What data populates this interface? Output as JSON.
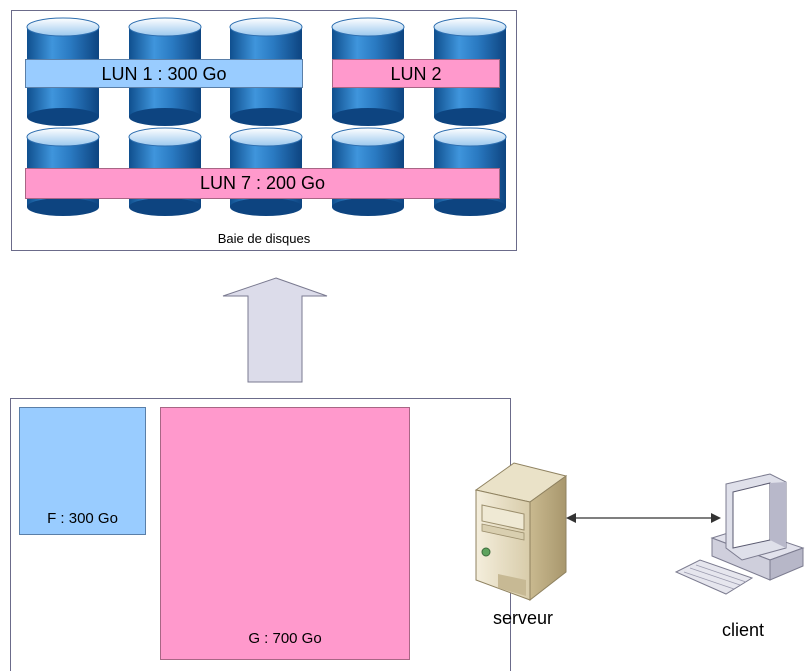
{
  "array": {
    "caption": "Baie de disques",
    "luns": [
      {
        "label": "LUN 1 : 300 Go",
        "color": "#99ccff"
      },
      {
        "label": "LUN 2",
        "color": "#ff99cc"
      },
      {
        "label": "LUN 7 : 200 Go",
        "color": "#ff99cc"
      }
    ]
  },
  "server_panel": {
    "volumes": [
      {
        "label": "F : 300 Go",
        "color": "#99ccff"
      },
      {
        "label": "G : 700 Go",
        "color": "#ff99cc"
      }
    ]
  },
  "nodes": {
    "server_label": "serveur",
    "client_label": "client"
  },
  "colors": {
    "disk_blue": "#2e7fc4",
    "disk_top": "#9fc9ec",
    "arrow_fill": "#dcdcea",
    "panel_border": "#6b6b8a"
  }
}
